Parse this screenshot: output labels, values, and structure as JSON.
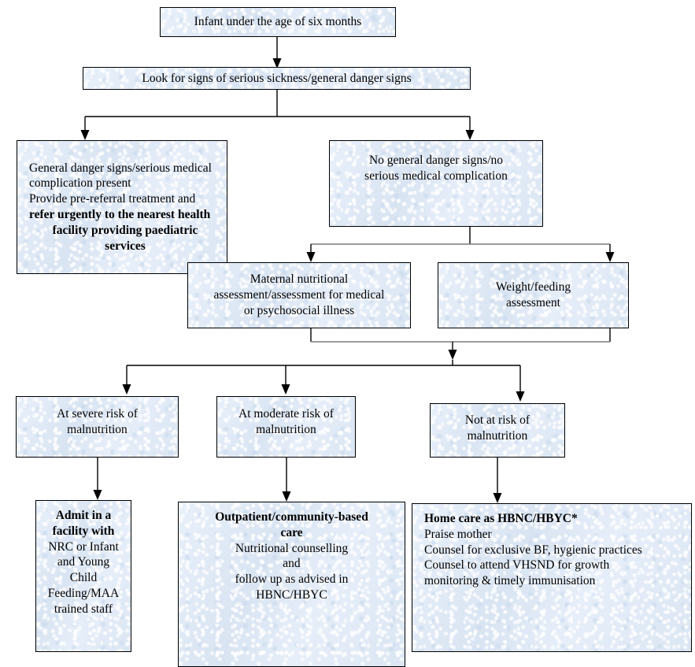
{
  "chart_data": {
    "type": "diagram",
    "title": "Management algorithm for infant under the age of six months",
    "orientation": "top-down",
    "node_fill": "#dfe8f4",
    "node_border": "#000000",
    "connector_color": "#000000",
    "nodes": [
      {
        "id": "n1",
        "label": "Infant under the age of six months"
      },
      {
        "id": "n2",
        "label": "Look for signs of serious sickness/general danger signs"
      },
      {
        "id": "n3",
        "label": "General danger signs/serious medical complication present / Provide pre-referral treatment and refer urgently to the nearest health facility providing paediatric services"
      },
      {
        "id": "n4",
        "label": "No general danger signs/no serious medical complication"
      },
      {
        "id": "n5",
        "label": "Maternal nutritional assessment/assessment for medical or psychosocial illness"
      },
      {
        "id": "n6",
        "label": "Weight/feeding assessment"
      },
      {
        "id": "n7",
        "label": "At severe risk of malnutrition"
      },
      {
        "id": "n8",
        "label": "At moderate risk of malnutrition"
      },
      {
        "id": "n9",
        "label": "Not at risk of malnutrition"
      },
      {
        "id": "n10",
        "label": "Admit in a facility with NRC or Infant and Young Child Feeding/MAA trained staff"
      },
      {
        "id": "n11",
        "label": "Outpatient/community-based care - Nutritional counselling and follow up as advised in HBNC/HBYC"
      },
      {
        "id": "n12",
        "label": "Home care as HBNC/HBYC* - Praise mother; Counsel for exclusive BF, hygienic practices; Counsel to attend VHSND for growth monitoring & timely immunisation"
      }
    ],
    "edges": [
      {
        "from": "n1",
        "to": "n2"
      },
      {
        "from": "n2",
        "to": "n3"
      },
      {
        "from": "n2",
        "to": "n4"
      },
      {
        "from": "n4",
        "to": "n5"
      },
      {
        "from": "n4",
        "to": "n6"
      },
      {
        "from": "n5",
        "to": "split"
      },
      {
        "from": "n6",
        "to": "split"
      },
      {
        "from": "split",
        "to": "n7"
      },
      {
        "from": "split",
        "to": "n8"
      },
      {
        "from": "split",
        "to": "n9"
      },
      {
        "from": "n7",
        "to": "n10"
      },
      {
        "from": "n8",
        "to": "n11"
      },
      {
        "from": "n9",
        "to": "n12"
      }
    ]
  },
  "nodes": {
    "infant": {
      "line1": "Infant under the age of six months"
    },
    "look_for_signs": {
      "line1": "Look for signs of serious sickness/general danger signs"
    },
    "danger_present": {
      "line1": "General danger signs/serious medical",
      "line2": "complication present",
      "line3": "Provide pre-referral treatment and",
      "bold1": "refer urgently to the nearest health",
      "bold2": "facility providing paediatric",
      "bold3": "services"
    },
    "no_danger": {
      "line1": "No general danger signs/no",
      "line2": "serious medical complication"
    },
    "maternal_assessment": {
      "line1": "Maternal nutritional",
      "line2": "assessment/assessment for medical",
      "line3": "or psychosocial illness"
    },
    "weight_assessment": {
      "line1": "Weight/feeding",
      "line2": "assessment"
    },
    "severe_risk": {
      "line1": "At severe risk of",
      "line2": "malnutrition"
    },
    "moderate_risk": {
      "line1": "At moderate risk of",
      "line2": "malnutrition"
    },
    "not_at_risk": {
      "line1": "Not at risk of",
      "line2": "malnutrition"
    },
    "admit_facility": {
      "bold1": "Admit in a",
      "bold2": "facility with",
      "line1": "NRC or Infant",
      "line2": "and Young",
      "line3": "Child",
      "line4": "Feeding/MAA",
      "line5": "trained staff"
    },
    "outpatient_care": {
      "bold1": "Outpatient/community-based",
      "bold2": "care",
      "line1": "Nutritional counselling",
      "line2": "and",
      "line3": "follow up as advised in",
      "line4": "HBNC/HBYC"
    },
    "home_care": {
      "bold1": "Home care as HBNC/HBYC*",
      "line1": "Praise mother",
      "line2": "Counsel for exclusive BF, hygienic practices",
      "line3": "Counsel to attend VHSND for growth",
      "line4": "monitoring & timely immunisation"
    }
  }
}
